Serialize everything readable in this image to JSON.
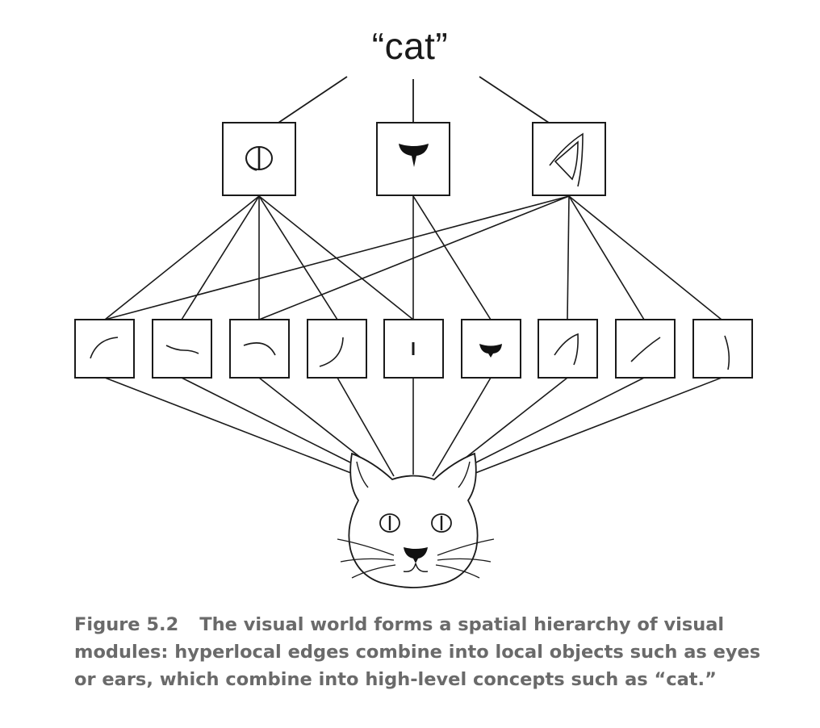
{
  "top_label": "“cat”",
  "caption": {
    "figure_number": "Figure 5.2",
    "text": "The visual world forms a spatial hierarchy of visual modules: hyperlocal edges combine into local objects such as eyes or ears, which combine into high-level concepts such as “cat.”"
  },
  "mid_modules": [
    {
      "name": "eye-module",
      "icon": "cat-eye-icon"
    },
    {
      "name": "nose-module",
      "icon": "cat-nose-icon"
    },
    {
      "name": "ear-module",
      "icon": "cat-ear-icon"
    }
  ],
  "edge_modules": [
    {
      "name": "edge-curve-up-left",
      "icon": "curve-icon"
    },
    {
      "name": "edge-wave",
      "icon": "wave-icon"
    },
    {
      "name": "edge-arc-top",
      "icon": "arc-icon"
    },
    {
      "name": "edge-curve-bottom-left",
      "icon": "curve-icon"
    },
    {
      "name": "edge-pupil",
      "icon": "pupil-icon"
    },
    {
      "name": "edge-nose",
      "icon": "nose-icon"
    },
    {
      "name": "edge-ear-outline",
      "icon": "ear-outline-icon"
    },
    {
      "name": "edge-diagonal",
      "icon": "diagonal-line-icon"
    },
    {
      "name": "edge-vertical-curve",
      "icon": "vertical-curve-icon"
    }
  ],
  "colors": {
    "line": "#1a1a1a",
    "caption": "#6a6a6a",
    "background": "#ffffff"
  }
}
